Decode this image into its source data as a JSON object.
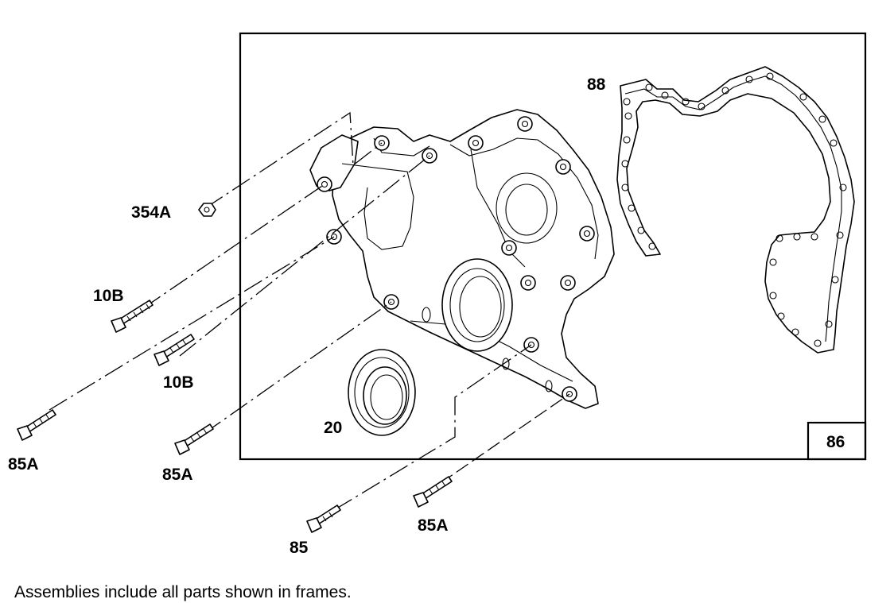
{
  "callouts": {
    "part_354a": "354A",
    "part_10b_upper": "10B",
    "part_10b_lower": "10B",
    "part_85a_left": "85A",
    "part_85a_middle": "85A",
    "part_85": "85",
    "part_85a_bottom": "85A",
    "part_20": "20",
    "part_88": "88",
    "assembly_86": "86"
  },
  "footnote": "Assemblies include all parts shown in frames."
}
